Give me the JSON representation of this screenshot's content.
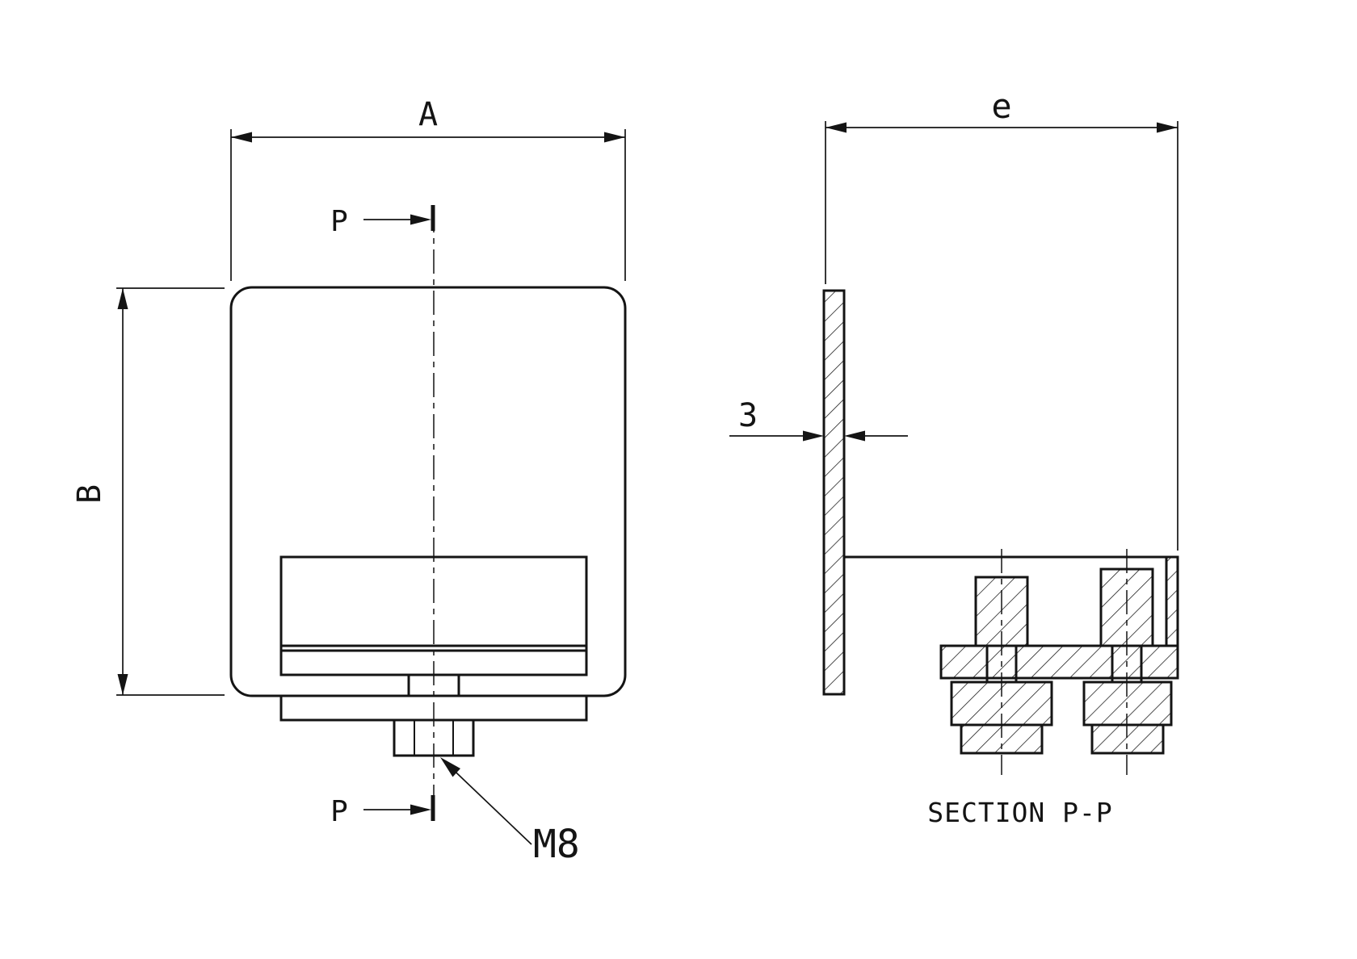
{
  "drawing": {
    "labels": {
      "dim_width": "A",
      "dim_height": "B",
      "dim_depth": "e",
      "dim_thickness": "3",
      "thread": "M8",
      "cut_plane_top": "P",
      "cut_plane_bottom": "P",
      "section_title": "SECTION P-P"
    },
    "colors": {
      "stroke": "#141414",
      "background": "#ffffff"
    }
  }
}
